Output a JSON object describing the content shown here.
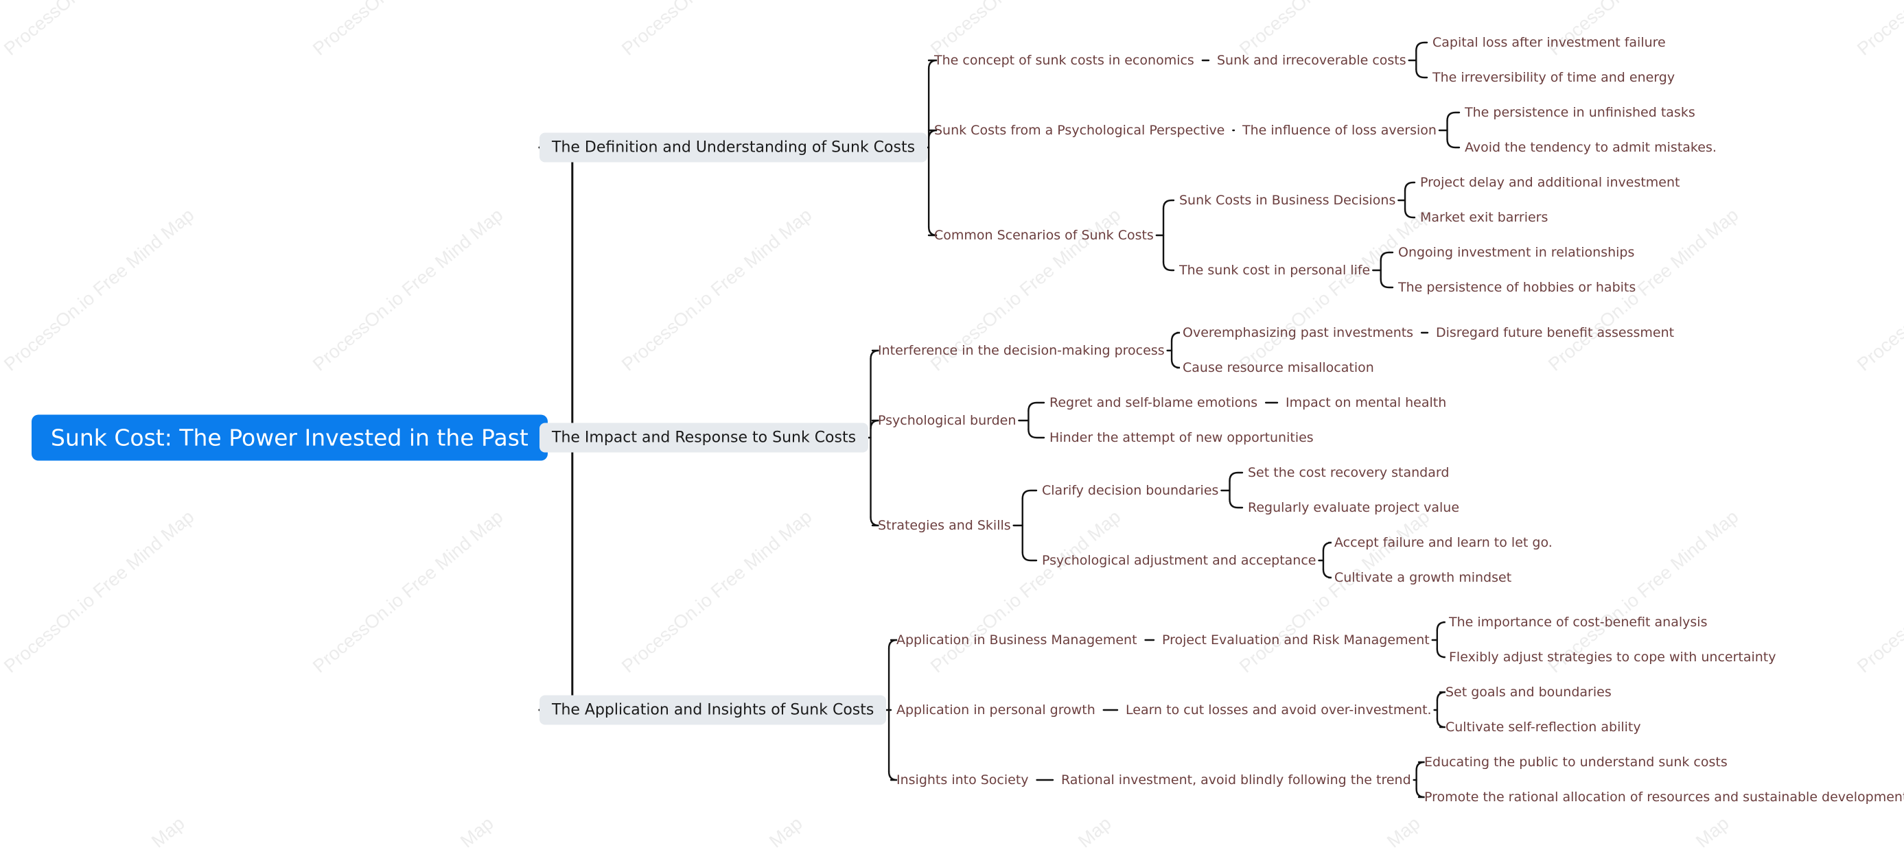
{
  "watermark": "ProcessOn.io Free Mind Map",
  "watermark_short": "Map",
  "colors": {
    "root_bg": "#0b7ded",
    "root_text": "#ffffff",
    "main_bg": "#e6eaee",
    "main_text": "#1a1a1a",
    "sub_text": "#6b3e3e",
    "line": "#111111"
  },
  "map": {
    "title": "Sunk Cost: The Power Invested in the Past",
    "branches": [
      {
        "label": "The Definition and Understanding of Sunk Costs",
        "children": [
          {
            "label": "The concept of sunk costs in economics",
            "children": [
              {
                "label": "Sunk and irrecoverable costs",
                "children": [
                  {
                    "label": "Capital loss after investment failure"
                  },
                  {
                    "label": "The irreversibility of time and energy"
                  }
                ]
              }
            ]
          },
          {
            "label": "Sunk Costs from a Psychological Perspective",
            "children": [
              {
                "label": "The influence of loss aversion",
                "children": [
                  {
                    "label": "The persistence in unfinished tasks"
                  },
                  {
                    "label": "Avoid the tendency to admit mistakes."
                  }
                ]
              }
            ]
          },
          {
            "label": "Common Scenarios of Sunk Costs",
            "children": [
              {
                "label": "Sunk Costs in Business Decisions",
                "children": [
                  {
                    "label": "Project delay and additional investment"
                  },
                  {
                    "label": "Market exit barriers"
                  }
                ]
              },
              {
                "label": "The sunk cost in personal life",
                "children": [
                  {
                    "label": "Ongoing investment in relationships"
                  },
                  {
                    "label": "The persistence of hobbies or habits"
                  }
                ]
              }
            ]
          }
        ]
      },
      {
        "label": "The Impact and Response to Sunk Costs",
        "children": [
          {
            "label": "Interference in the decision-making process",
            "children": [
              {
                "label": "Overemphasizing past investments",
                "children": [
                  {
                    "label": "Disregard future benefit assessment"
                  }
                ]
              },
              {
                "label": "Cause resource misallocation"
              }
            ]
          },
          {
            "label": "Psychological burden",
            "children": [
              {
                "label": "Regret and self-blame emotions",
                "children": [
                  {
                    "label": "Impact on mental health"
                  }
                ]
              },
              {
                "label": "Hinder the attempt of new opportunities"
              }
            ]
          },
          {
            "label": "Strategies and Skills",
            "children": [
              {
                "label": "Clarify decision boundaries",
                "children": [
                  {
                    "label": "Set the cost recovery standard"
                  },
                  {
                    "label": "Regularly evaluate project value"
                  }
                ]
              },
              {
                "label": "Psychological adjustment and acceptance",
                "children": [
                  {
                    "label": "Accept failure and learn to let go."
                  },
                  {
                    "label": "Cultivate a growth mindset"
                  }
                ]
              }
            ]
          }
        ]
      },
      {
        "label": "The Application and Insights of Sunk Costs",
        "children": [
          {
            "label": "Application in Business Management",
            "children": [
              {
                "label": "Project Evaluation and Risk Management",
                "children": [
                  {
                    "label": "The importance of cost-benefit analysis"
                  },
                  {
                    "label": "Flexibly adjust strategies to cope with uncertainty"
                  }
                ]
              }
            ]
          },
          {
            "label": "Application in personal growth",
            "children": [
              {
                "label": "Learn to cut losses and avoid over-investment.",
                "children": [
                  {
                    "label": "Set goals and boundaries"
                  },
                  {
                    "label": "Cultivate self-reflection ability"
                  }
                ]
              }
            ]
          },
          {
            "label": "Insights into Society",
            "children": [
              {
                "label": "Rational investment, avoid blindly following the trend",
                "children": [
                  {
                    "label": "Educating the public to understand sunk costs"
                  },
                  {
                    "label": "Promote the rational allocation of resources and sustainable development"
                  }
                ]
              }
            ]
          }
        ]
      }
    ]
  }
}
